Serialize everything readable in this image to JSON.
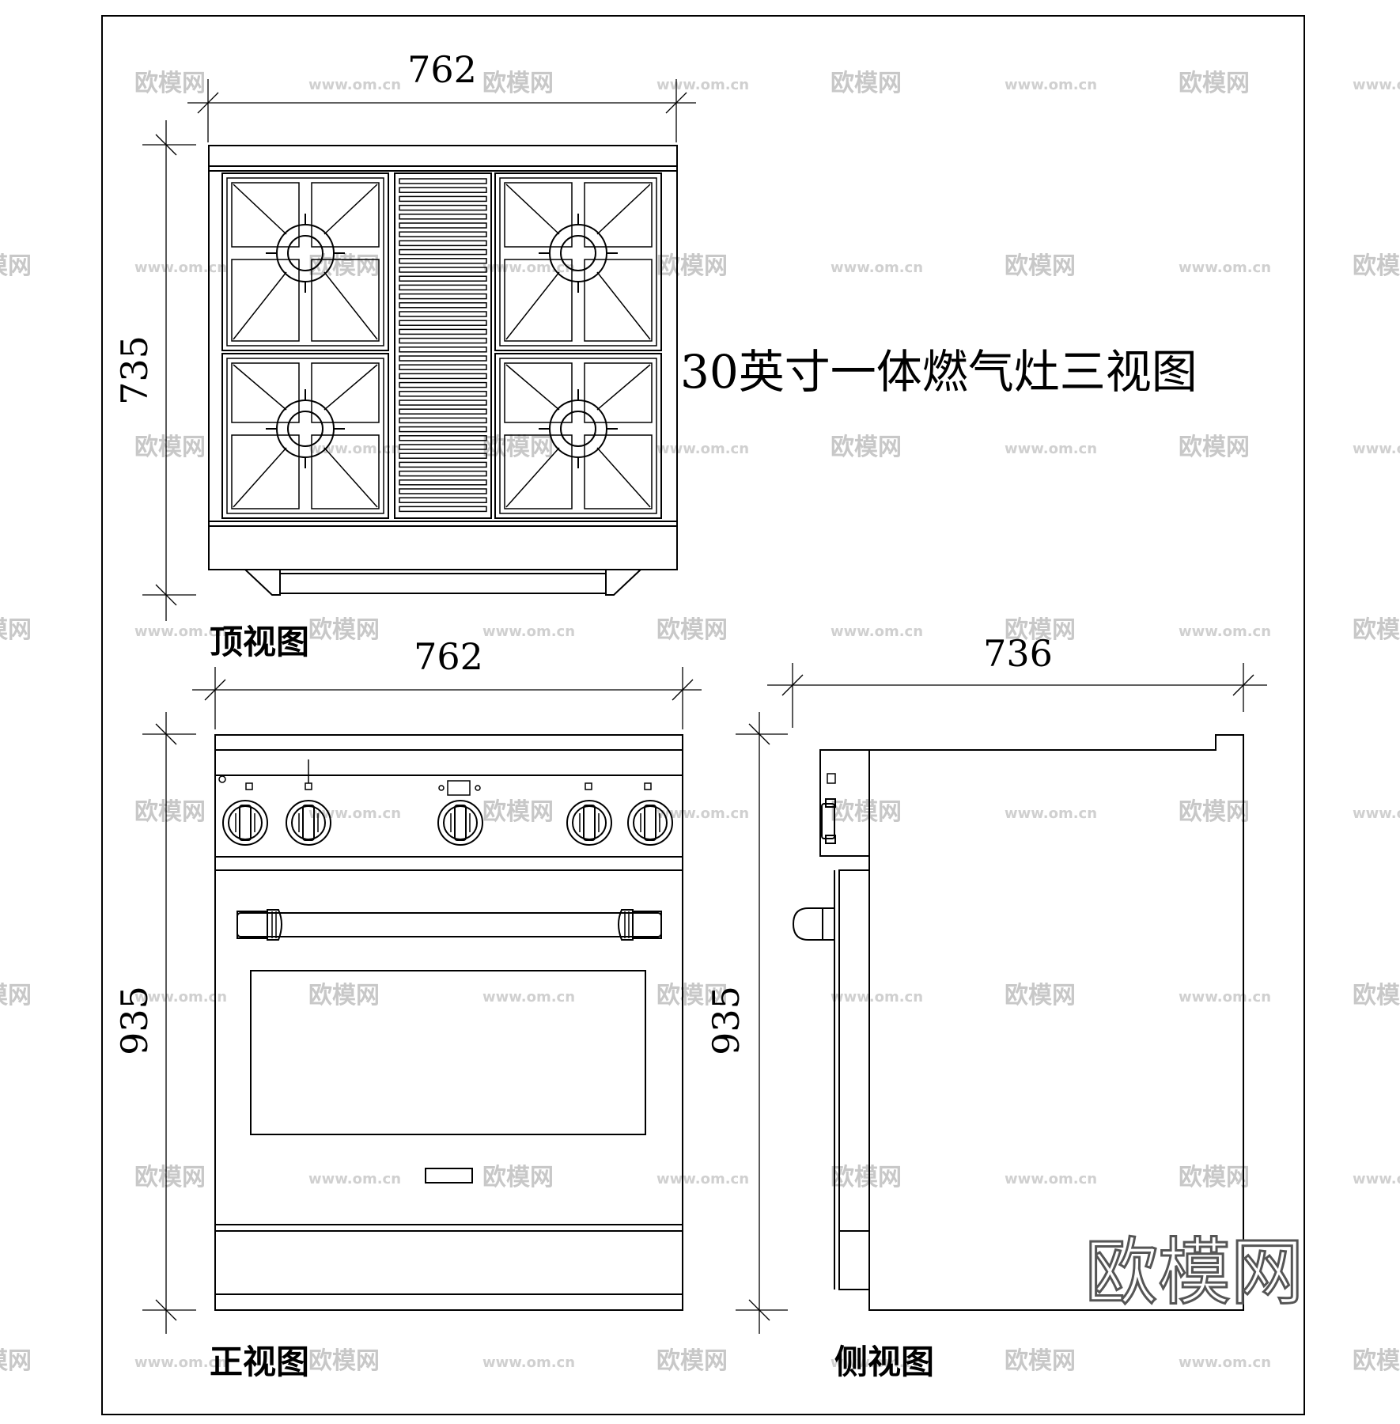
{
  "title": "30英寸一体燃气灶三视图",
  "views": {
    "top": {
      "label": "顶视图",
      "width": "762",
      "depth": "735"
    },
    "front": {
      "label": "正视图",
      "width": "762",
      "height": "935"
    },
    "side": {
      "label": "侧视图",
      "depth": "736",
      "height": "935"
    }
  },
  "watermark": {
    "brand": "欧模网",
    "url": "www.om.cn"
  }
}
